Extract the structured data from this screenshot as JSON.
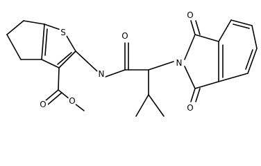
{
  "molecule": {
    "atoms": {
      "S1": "S",
      "N1": "N",
      "N2": "N",
      "O_ester_carbonyl": "O",
      "O_ester_alkoxy": "O",
      "O_amide": "O",
      "O_imide_top": "O",
      "O_imide_bottom": "O"
    },
    "colors": {
      "bond": "#000000",
      "label": "#000000",
      "background": "#ffffff"
    }
  }
}
